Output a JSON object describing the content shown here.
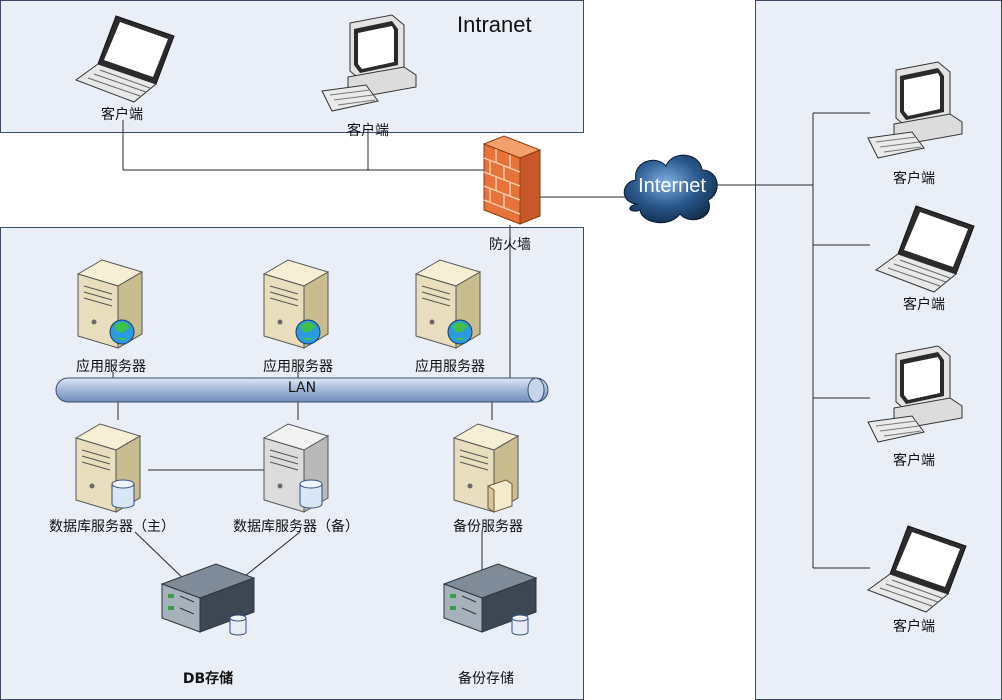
{
  "zones": {
    "intranet": "Intranet",
    "internet": "Internet",
    "lan": "LAN"
  },
  "labels": {
    "client": "客户端",
    "firewall": "防火墙",
    "app_server": "应用服务器",
    "db_primary": "数据库服务器（主）",
    "db_backup": "数据库服务器（备）",
    "backup_server": "备份服务器",
    "db_storage": "DB存储",
    "backup_storage": "备份存储"
  },
  "colors": {
    "zone_fill": "#e9eef7",
    "zone_border": "#3c4a66",
    "firewall": "#e8733a",
    "server": "#e8ddbc",
    "lan_bus": "#a9bfdc",
    "cloud": "#1c3a5e"
  }
}
